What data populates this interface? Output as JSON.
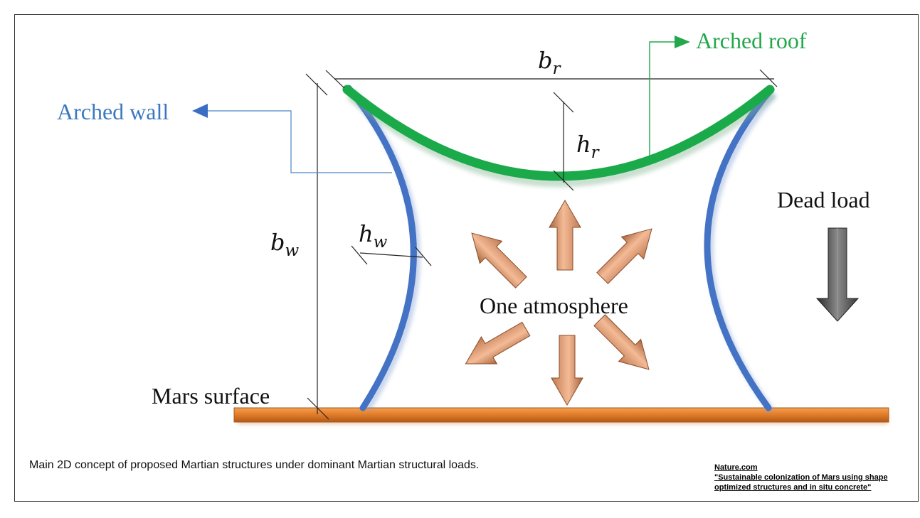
{
  "labels": {
    "arched_wall": "Arched wall",
    "arched_roof": "Arched roof",
    "dead_load": "Dead load",
    "one_atmosphere": "One atmosphere",
    "mars_surface": "Mars surface"
  },
  "dimensions": {
    "br_base": "b",
    "br_sub": "r",
    "hr_base": "h",
    "hr_sub": "r",
    "bw_base": "b",
    "bw_sub": "w",
    "hw_base": "h",
    "hw_sub": "w"
  },
  "caption": "Main 2D concept of proposed Martian structures under dominant Martian structural loads.",
  "citation": {
    "source": "Nature.com",
    "title_line1": "\"Sustainable colonization of Mars using shape",
    "title_line2": "optimized structures and in situ concrete\""
  },
  "colors": {
    "wall": "#4472c4",
    "roof": "#1aaa4a",
    "roof_label": "#22a84a",
    "wall_label": "#3a78c2",
    "ground": "#e8822e",
    "pressure_arrow": "#f0b08a",
    "dead_load_arrow": "#606060"
  }
}
